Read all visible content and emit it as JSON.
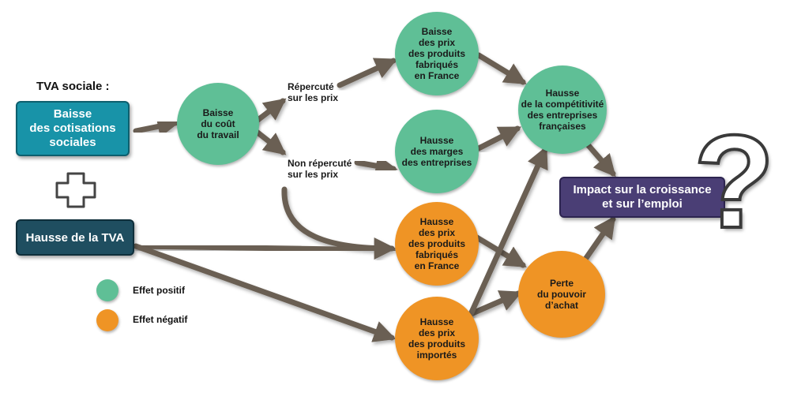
{
  "title": "TVA sociale :",
  "boxes": {
    "baisse_cotisations": "Baisse\ndes cotisations\nsociales",
    "hausse_tva": "Hausse de la TVA",
    "impact": "Impact sur la croissance\net sur l’emploi"
  },
  "nodes": {
    "baisse_cout": "Baisse\ndu coût\ndu travail",
    "baisse_prix_fr": "Baisse\ndes prix\ndes produits\nfabriqués\nen France",
    "hausse_marges": "Hausse\ndes marges\ndes entreprises",
    "hausse_competitivite": "Hausse\nde la compétitivité\ndes entreprises\nfrançaises",
    "hausse_prix_fr": "Hausse\ndes prix\ndes produits\nfabriqués\nen France",
    "hausse_prix_importes": "Hausse\ndes prix\ndes produits\nimportés",
    "perte_pouvoir": "Perte\ndu pouvoir\nd’achat"
  },
  "labels": {
    "repercute": "Répercuté\nsur les prix",
    "non_repercute": "Non répercuté\nsur les prix"
  },
  "legend": {
    "positive": "Effet positif",
    "negative": "Effet négatif"
  },
  "question_mark": "?",
  "plus_sign": "+",
  "colors": {
    "green": "#5fbf96",
    "orange": "#ef9425",
    "teal_box": "#1893a8",
    "dark_box": "#1f4e60",
    "purple_box": "#4a3e75",
    "arrow": "#6a5f52"
  }
}
